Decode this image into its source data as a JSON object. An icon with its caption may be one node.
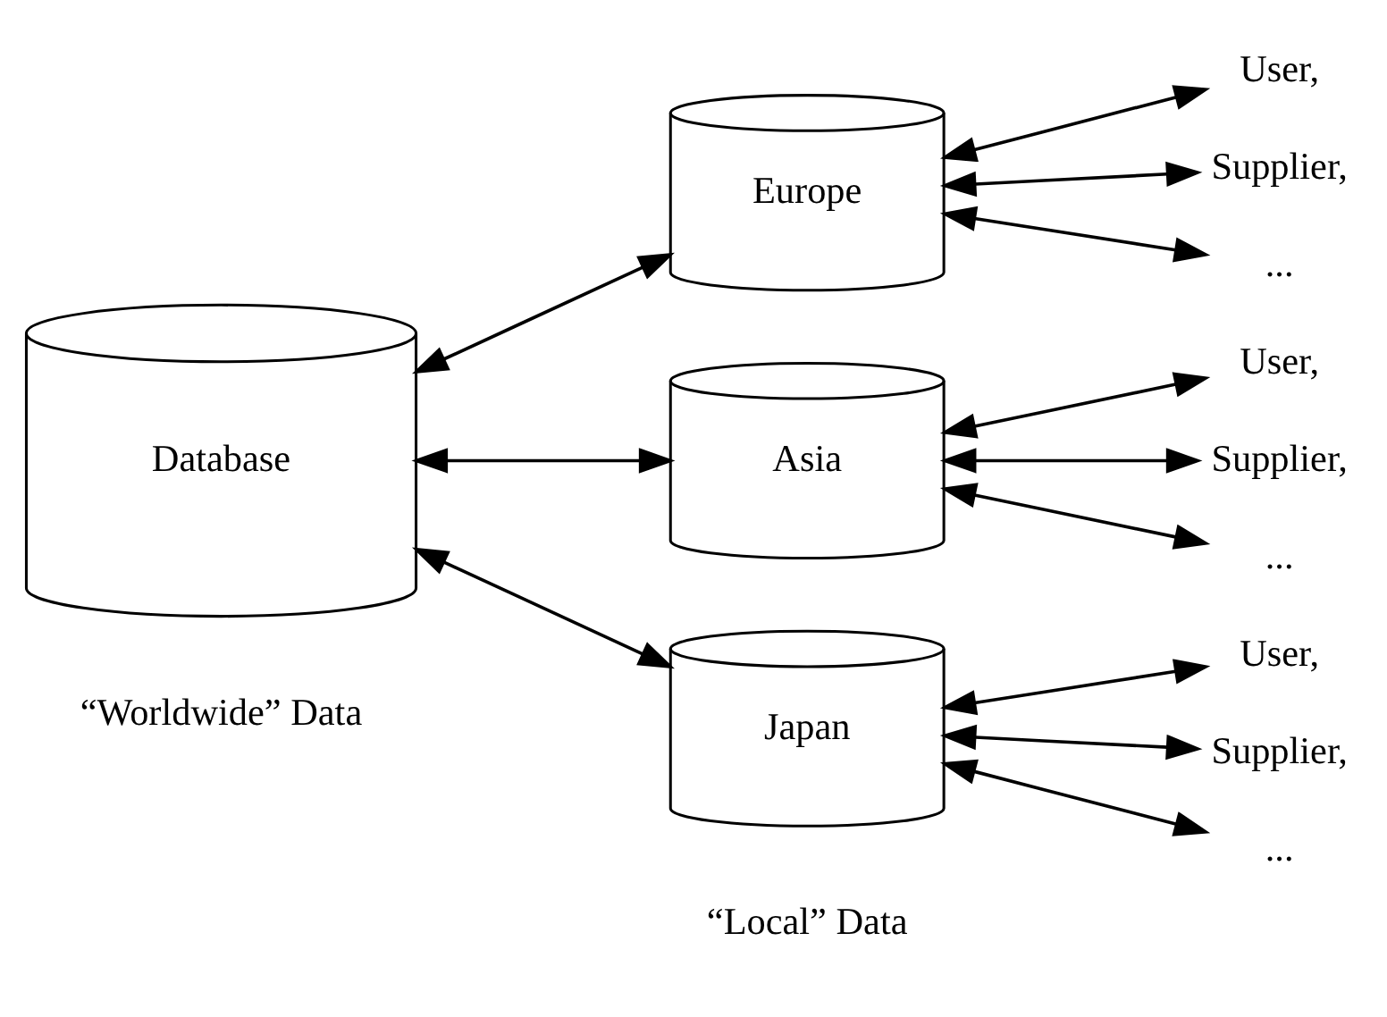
{
  "diagram": {
    "nodes": [
      {
        "text": [
          "Database"
        ]
      },
      {
        "text": [
          "Europe"
        ]
      },
      {
        "text": [
          "User,"
        ]
      },
      {
        "text": [
          "Supplier,"
        ]
      },
      {
        "text": [
          "..."
        ]
      },
      {
        "text": [
          "Asia"
        ]
      },
      {
        "text": [
          "User,"
        ]
      },
      {
        "text": [
          "Supplier,"
        ]
      },
      {
        "text": [
          "..."
        ]
      },
      {
        "text": [
          "Japan"
        ]
      },
      {
        "text": [
          "User,"
        ]
      },
      {
        "text": [
          "Supplier,"
        ]
      },
      {
        "text": [
          "..."
        ]
      }
    ],
    "edges": [
      {
        "from": 0,
        "to": 1,
        "arrow": "both"
      },
      {
        "from": 0,
        "to": 5,
        "arrow": "both"
      },
      {
        "from": 0,
        "to": 9,
        "arrow": "both"
      },
      {
        "from": 1,
        "to": 2,
        "arrow": "both"
      },
      {
        "from": 1,
        "to": 3,
        "arrow": "both"
      },
      {
        "from": 1,
        "to": 4,
        "arrow": "both"
      },
      {
        "from": 5,
        "to": 6,
        "arrow": "both"
      },
      {
        "from": 5,
        "to": 7,
        "arrow": "both"
      },
      {
        "from": 5,
        "to": 8,
        "arrow": "both"
      },
      {
        "from": 9,
        "to": 10,
        "arrow": "both"
      },
      {
        "from": 9,
        "to": 11,
        "arrow": "both"
      },
      {
        "from": 9,
        "to": 12,
        "arrow": "both"
      }
    ],
    "labels": [
      "“Worldwide” Data",
      "“Local” Data"
    ]
  }
}
